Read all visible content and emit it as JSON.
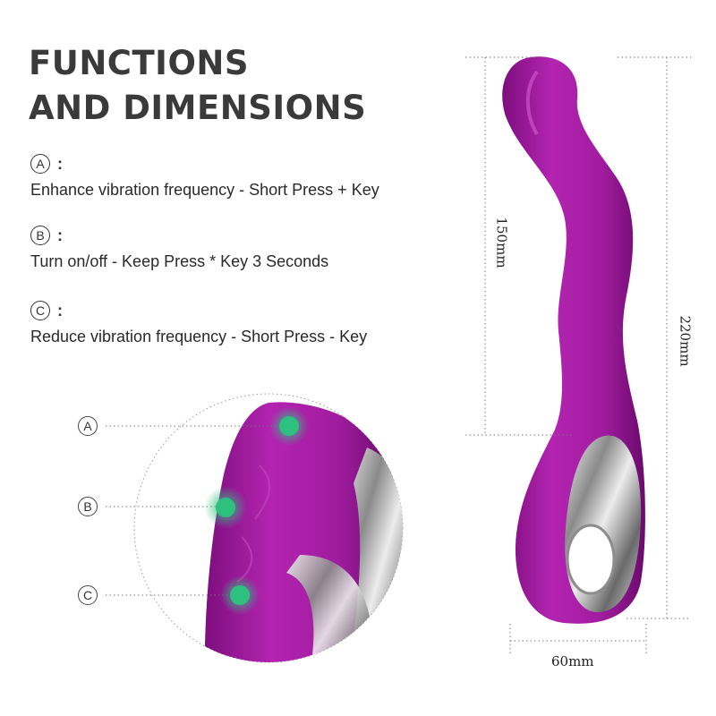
{
  "title": {
    "line1": "FUNCTIONS",
    "line2": "AND DIMENSIONS"
  },
  "functions": [
    {
      "letter": "A",
      "colon": ":",
      "description": "Enhance vibration frequency - Short Press + Key"
    },
    {
      "letter": "B",
      "colon": ":",
      "description": "Turn on/off - Keep Press * Key 3 Seconds"
    },
    {
      "letter": "C",
      "colon": ":",
      "description": "Reduce vibration frequency - Short Press - Key"
    }
  ],
  "callouts": [
    "A",
    "B",
    "C"
  ],
  "dimensions": {
    "length_inner": "150mm",
    "length_total": "220mm",
    "width": "60mm"
  },
  "colors": {
    "product": "#a21aa0",
    "product_dark": "#6e0d70",
    "button": "#2ec07f",
    "chrome": "#c9c9c9"
  }
}
